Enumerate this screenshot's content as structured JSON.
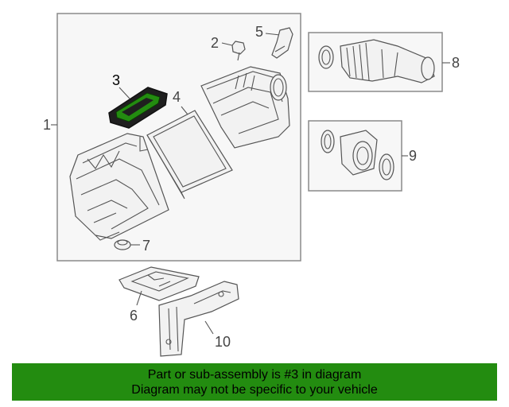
{
  "diagram": {
    "callouts": {
      "c1": "1",
      "c2": "2",
      "c3": "3",
      "c4": "4",
      "c5": "5",
      "c6": "6",
      "c7": "7",
      "c8": "8",
      "c9": "9",
      "c10": "10"
    },
    "highlight_color": "#238c10"
  },
  "banner": {
    "line1": "Part or sub-assembly is #3 in diagram",
    "line2": "Diagram may not be specific to your vehicle",
    "background": "#238c10"
  }
}
